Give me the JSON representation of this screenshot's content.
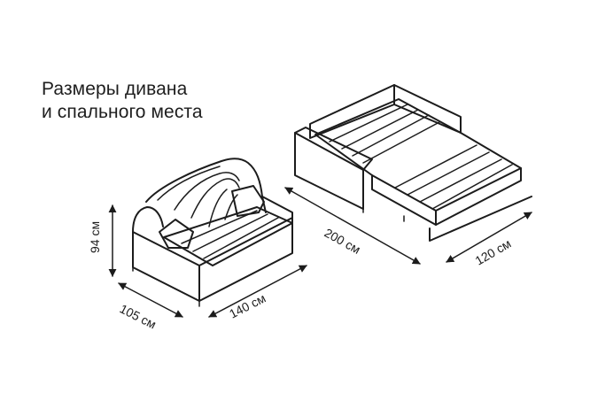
{
  "title": {
    "line1": "Размеры дивана",
    "line2": "и спального места"
  },
  "dimensions": {
    "height": "94 см",
    "depth": "105 см",
    "width": "140 см",
    "bed_length": "200 см",
    "bed_width": "120 см"
  },
  "colors": {
    "line": "#1c1c1c",
    "background": "#ffffff"
  }
}
